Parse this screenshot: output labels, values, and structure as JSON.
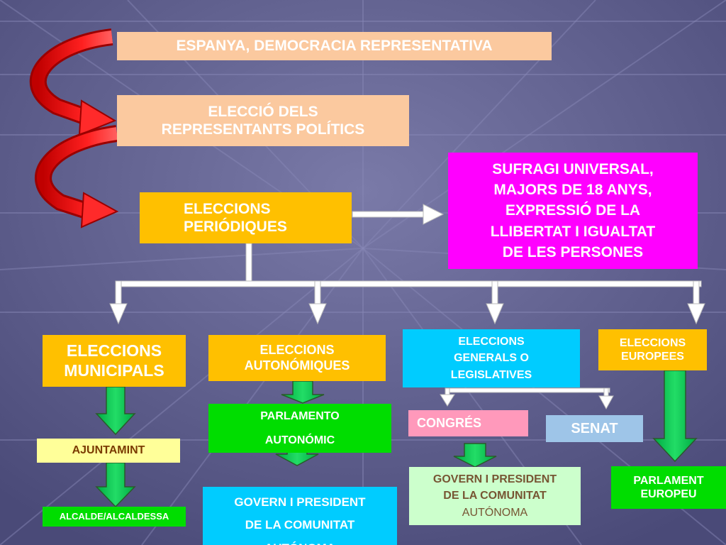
{
  "nodes": {
    "espanya": "ESPANYA, DEMOCRACIA REPRESENTATIVA",
    "eleccio_line1": "ELECCIÓ DELS",
    "eleccio_line2": "REPRESENTANTS POLÍTICS",
    "periodiques_line1": "ELECCIONS",
    "periodiques_line2": "PERIÓDIQUES",
    "sufragi_line1": "SUFRAGI UNIVERSAL,",
    "sufragi_line2": "MAJORS DE 18 ANYS,",
    "sufragi_line3": "EXPRESSIÓ DE LA",
    "sufragi_line4": "LLIBERTAT  I  IGUALTAT",
    "sufragi_line5": "DE LES PERSONES",
    "municipals_line1": "ELECCIONS",
    "municipals_line2": "MUNICIPALS",
    "autonomiques_line1": "ELECCIONS",
    "autonomiques_line2": "AUTONÓMIQUES",
    "generals_line1": "ELECCIONS",
    "generals_line2": "GENERALS O",
    "generals_line3": "LEGISLATIVES",
    "europees_line1": "ELECCIONS",
    "europees_line2": "EUROPEES",
    "ajuntamint": "AJUNTAMINT",
    "alcalde": "ALCALDE/ALCALDESSA",
    "parlamento_line1": "PARLAMENTO",
    "parlamento_line2": "AUTONÓMIC",
    "govern_auto_line1": "GOVERN I PRESIDENT",
    "govern_auto_line2": "DE LA COMUNITAT",
    "govern_auto_line3": "AUTÓNOMA",
    "congres": "CONGRÉS",
    "senat": "SENAT",
    "govern_gen_line1": "GOVERN I PRESIDENT",
    "govern_gen_line2": "DE LA COMUNITAT",
    "govern_gen_line3": "AUTÓNOMA",
    "parlament_eu_line1": "PARLAMENT",
    "parlament_eu_line2": "EUROPEU"
  },
  "colors": {
    "background": "#5a5a8a",
    "peach": "#fbc99f",
    "gold": "#ffc000",
    "magenta": "#ff00ff",
    "cyan": "#00ccff",
    "green": "#00dd00",
    "arrow_red": "#e01010",
    "arrow_green": "#00cc55"
  }
}
